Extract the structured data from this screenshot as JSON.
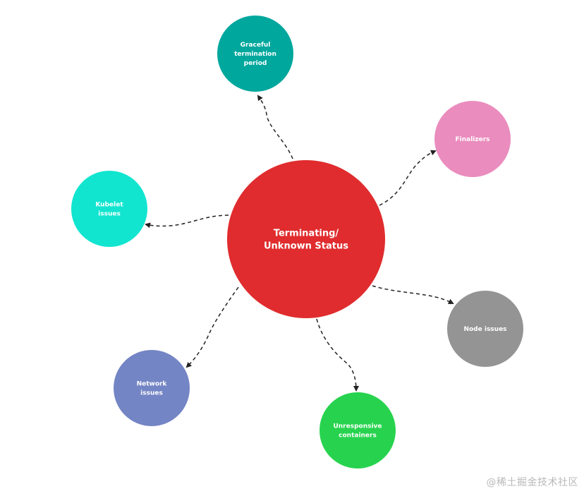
{
  "diagram": {
    "center": {
      "label_lines": [
        "Terminating/",
        "Unknown Status"
      ],
      "color": "#e02c2e"
    },
    "nodes": [
      {
        "id": "graceful",
        "label_lines": [
          "Graceful",
          "termination",
          "period"
        ],
        "color": "#00a79d"
      },
      {
        "id": "finalizers",
        "label_lines": [
          "Finalizers"
        ],
        "color": "#ea8cbe"
      },
      {
        "id": "node",
        "label_lines": [
          "Node issues"
        ],
        "color": "#949494"
      },
      {
        "id": "unresponsive",
        "label_lines": [
          "Unresponsive",
          "containers"
        ],
        "color": "#27d34e"
      },
      {
        "id": "network",
        "label_lines": [
          "Network",
          "issues"
        ],
        "color": "#7485c5"
      },
      {
        "id": "kubelet",
        "label_lines": [
          "Kubelet",
          "issues"
        ],
        "color": "#11e5d0"
      }
    ],
    "connector_color": "#222222"
  },
  "watermark": "@稀土掘金技术社区"
}
